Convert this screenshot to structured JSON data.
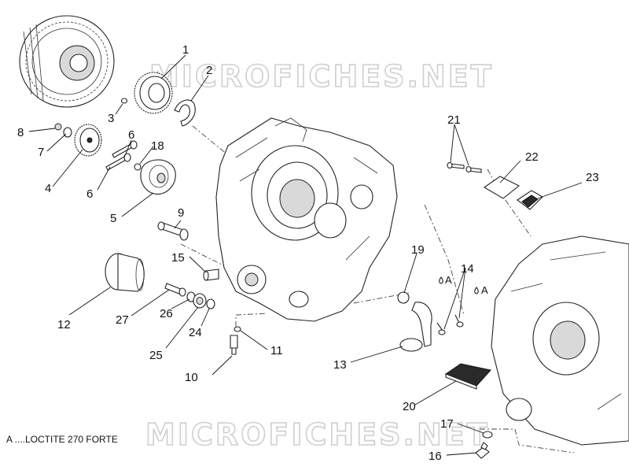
{
  "watermark": {
    "top": "MICROFICHES.NET",
    "bottom": "MICROFICHES.NET"
  },
  "note": "A ....LOCTITE 270 FORTE",
  "callouts": [
    "1",
    "2",
    "3",
    "4",
    "5",
    "6",
    "6",
    "7",
    "8",
    "9",
    "10",
    "11",
    "12",
    "13",
    "14",
    "15",
    "16",
    "17",
    "18",
    "19",
    "20",
    "21",
    "22",
    "23",
    "24",
    "25",
    "26",
    "27"
  ],
  "loctite_marks": [
    "A",
    "A"
  ]
}
